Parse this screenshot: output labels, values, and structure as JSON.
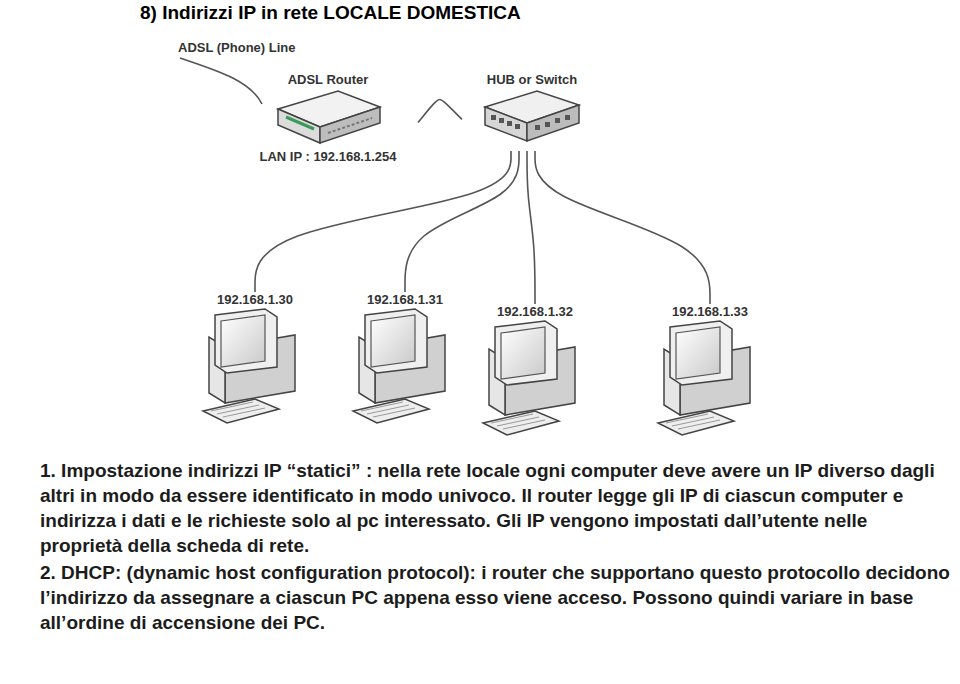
{
  "diagram": {
    "title": "8) Indirizzi IP in rete LOCALE DOMESTICA",
    "nodes": [
      {
        "text": [
          "ADSL Router",
          "LAN IP : 192.168.1.254"
        ]
      },
      {
        "text": [
          "HUB or Switch"
        ]
      },
      {
        "text": [
          "192.168.1.30"
        ]
      },
      {
        "text": [
          "192.168.1.31"
        ]
      },
      {
        "text": [
          "192.168.1.32"
        ]
      },
      {
        "text": [
          "192.168.1.33"
        ]
      }
    ],
    "edges": [
      {
        "from": 0,
        "to": 1,
        "arrow": "none"
      },
      {
        "from": 1,
        "to": 2,
        "arrow": "none"
      },
      {
        "from": 1,
        "to": 3,
        "arrow": "none"
      },
      {
        "from": 1,
        "to": 4,
        "arrow": "none"
      },
      {
        "from": 1,
        "to": 5,
        "arrow": "none"
      }
    ],
    "labels": [
      "ADSL (Phone) Line",
      "1. Impostazione indirizzi IP “statici” : nella rete locale ogni computer deve avere un IP diverso dagli altri in modo da essere identificato in modo univoco. Il router legge gli IP di ciascun computer e indirizza i dati e le richieste solo al pc interessato. Gli IP vengono impostati dall’utente nelle proprietà della scheda di rete.",
      "2. DHCP: (dynamic host configuration protocol): i router che supportano questo protocollo decidono l’indirizzo da assegnare a ciascun PC appena esso viene acceso. Possono quindi variare in base all’ordine di accensione dei PC."
    ]
  }
}
